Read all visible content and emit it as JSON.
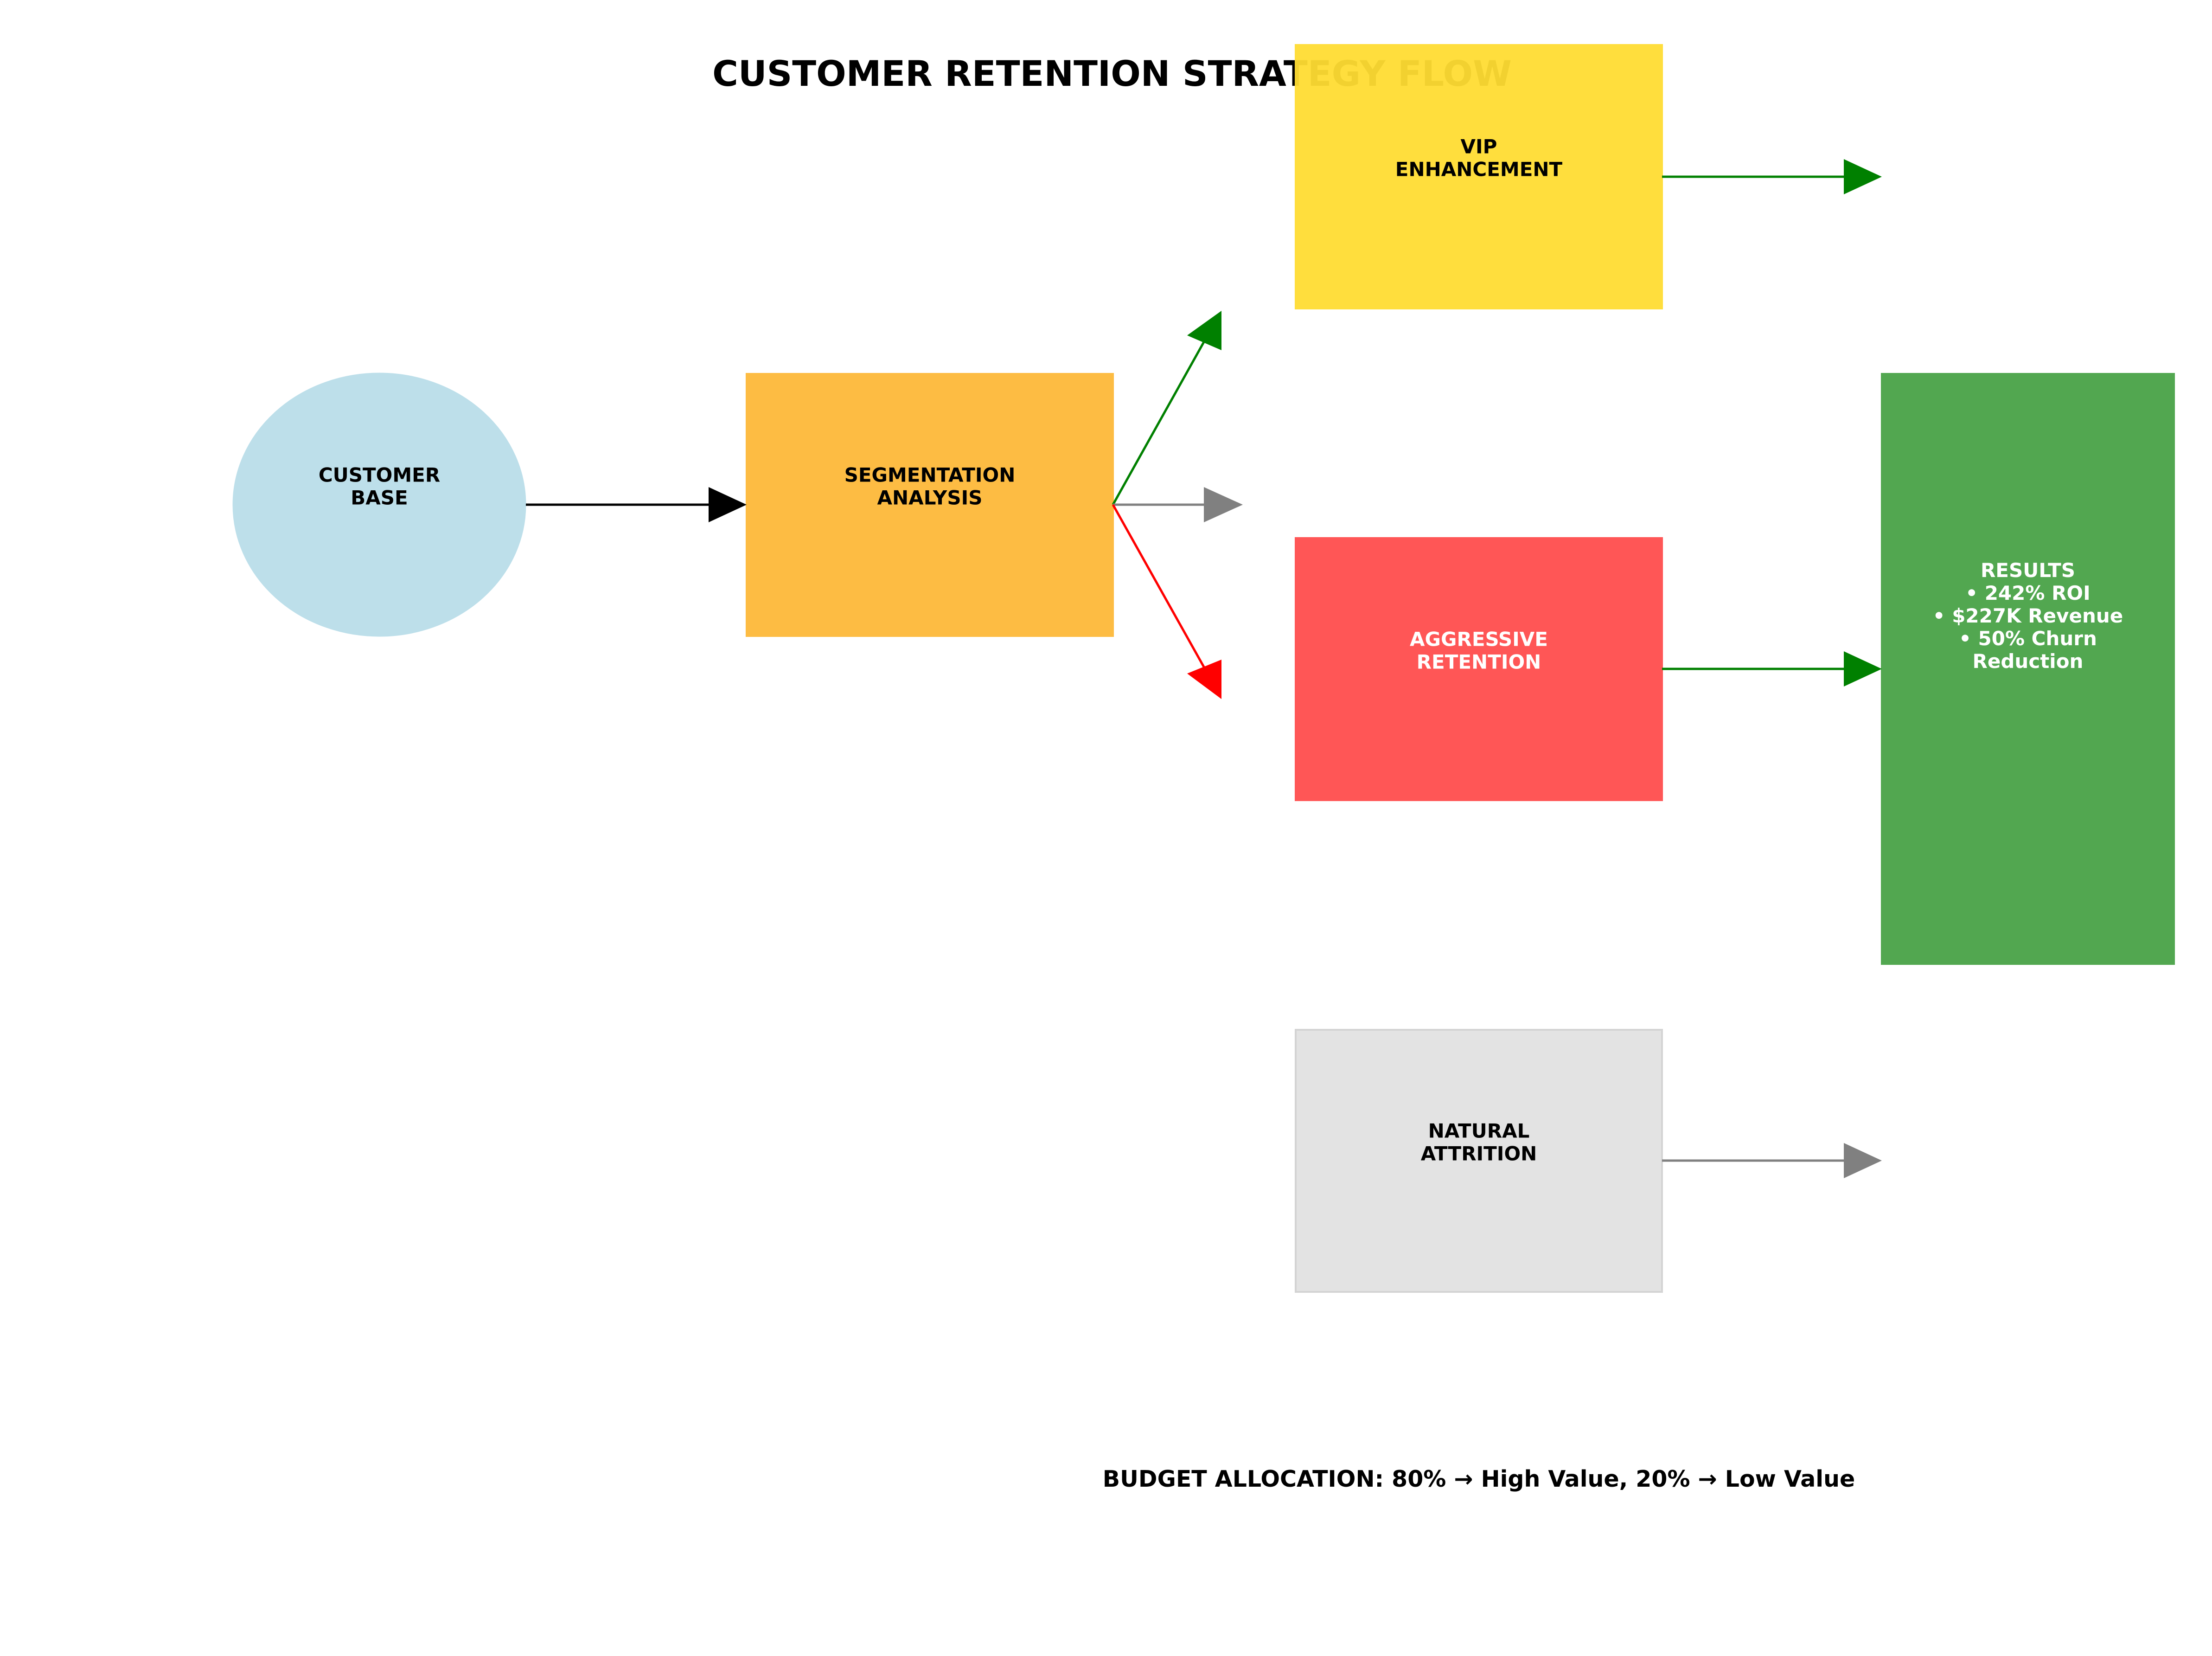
{
  "title": "CUSTOMER RETENTION STRATEGY FLOW",
  "nodes": {
    "customer_base": {
      "lines": [
        "CUSTOMER",
        "BASE"
      ],
      "fill": "#add8e6",
      "text_color": "#000000"
    },
    "segmentation": {
      "lines": [
        "SEGMENTATION",
        "ANALYSIS"
      ],
      "fill": "#fdb52f",
      "text_color": "#000000"
    },
    "vip": {
      "lines": [
        "VIP",
        "ENHANCEMENT"
      ],
      "fill": "#ffdd33",
      "text_color": "#000000"
    },
    "aggressive": {
      "lines": [
        "AGGRESSIVE",
        "RETENTION"
      ],
      "fill": "#ff4d4d",
      "text_color": "#ffffff"
    },
    "natural": {
      "lines": [
        "NATURAL",
        "ATTRITION"
      ],
      "fill": "#e3e3e3",
      "text_color": "#000000"
    },
    "results": {
      "lines": [
        "RESULTS",
        "• 242% ROI",
        "• $227K Revenue",
        "• 50% Churn",
        "Reduction"
      ],
      "fill": "#4fa64d",
      "text_color": "#ffffff"
    }
  },
  "colors": {
    "arrow_default": "#000000",
    "arrow_positive": "#008000",
    "arrow_neutral": "#808080",
    "arrow_negative": "#ff0000"
  },
  "footer": "BUDGET ALLOCATION: 80% → High Value, 20% → Low Value"
}
